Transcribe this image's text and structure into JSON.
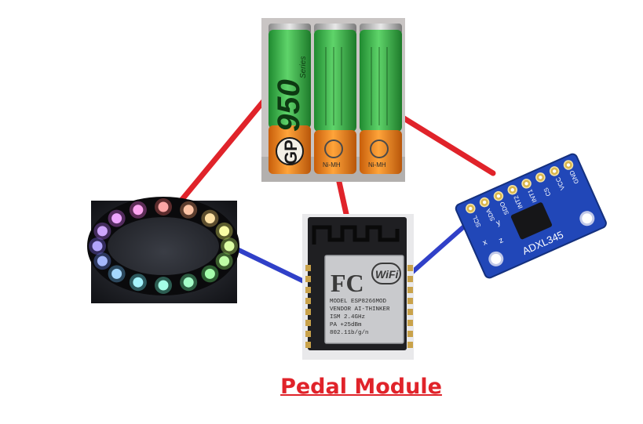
{
  "caption": "Pedal Module",
  "colors": {
    "background": "#ffffff",
    "power_wire": "#e0232a",
    "signal_wire": "#3040c8",
    "caption": "#e0232a"
  },
  "components": {
    "batteries": {
      "count": 3,
      "brand_text": "GP",
      "capacity_text": "950",
      "series_text": "Series",
      "chemistry_text": "Ni-MH",
      "body_color": "#3fb54a",
      "band_color": "#ef8a1c"
    },
    "led_ring": {
      "led_count": 16
    },
    "esp_module": {
      "wifi_text": "WiFi",
      "lines": [
        "MODEL",
        "VENDOR",
        "ISM",
        "PA",
        "ESP8266MOD",
        "AI-THINKER",
        "2.4GHz",
        "+25dBm",
        "802.11b/g/n"
      ]
    },
    "accelerometer": {
      "chip_text": "ADXL345",
      "pins": [
        "GND",
        "VCC",
        "CS",
        "INT1",
        "INT2",
        "SDO",
        "SDA",
        "SCL"
      ]
    }
  }
}
